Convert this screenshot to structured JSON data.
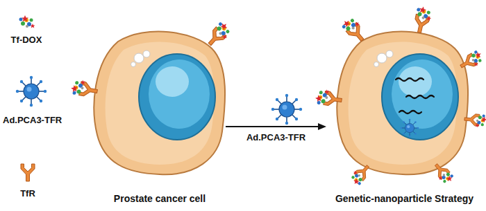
{
  "diagram": {
    "nodes": [
      {
        "text": [
          "Prostate cancer cell"
        ]
      },
      {
        "text": [
          "Genetic-nanoparticle Strategy"
        ]
      }
    ],
    "edges": [
      {
        "from": 0,
        "to": 1,
        "arrow": "to",
        "label": "Ad.PCA3-TFR"
      }
    ],
    "legend": [
      {
        "text": "Tf-DOX"
      },
      {
        "text": "Ad.PCA3-TFR"
      },
      {
        "text": "TfR"
      }
    ]
  }
}
